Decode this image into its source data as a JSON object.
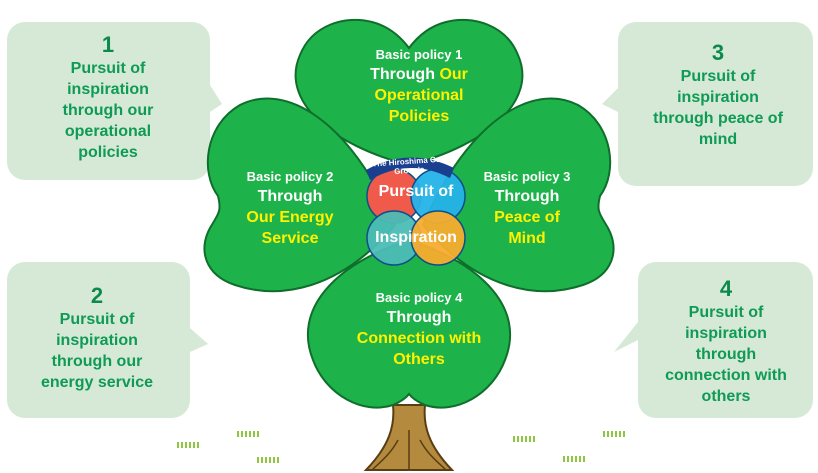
{
  "colors": {
    "leaf": "#1db34a",
    "leaf_edge": "#0f6e2c",
    "callout": "#d6e9d6",
    "trunk": "#b48a3e",
    "circle_red": "#ef5a4a",
    "circle_blue": "#25b3e8",
    "circle_teal": "#4cbcb5",
    "circle_orange": "#f7ac2e",
    "highlight": "#fff200",
    "banner": "#1a3f8f"
  },
  "callouts": [
    {
      "num": "1",
      "text": "Pursuit of\ninspiration\nthrough our\noperational\npolicies"
    },
    {
      "num": "2",
      "text": "Pursuit of\ninspiration\nthrough our\nenergy service"
    },
    {
      "num": "3",
      "text": "Pursuit of\ninspiration\nthrough peace of\nmind"
    },
    {
      "num": "4",
      "text": "Pursuit of\ninspiration\nthrough\nconnection with\nothers"
    }
  ],
  "leaves": [
    {
      "label": "Basic policy 1",
      "through": "Through",
      "highlight": "Our\nOperational\nPolicies"
    },
    {
      "label": "Basic policy 2",
      "through": "Through",
      "highlight": "Our Energy\nService"
    },
    {
      "label": "Basic policy 3",
      "through": "Through",
      "highlight": "Peace of\nMind"
    },
    {
      "label": "Basic policy 4",
      "through": "Through",
      "highlight": "Connection with\nOthers"
    }
  ],
  "center": {
    "banner": "The Hiroshima Gas Group's",
    "line1": "Pursuit of",
    "line2": "Inspiration"
  }
}
